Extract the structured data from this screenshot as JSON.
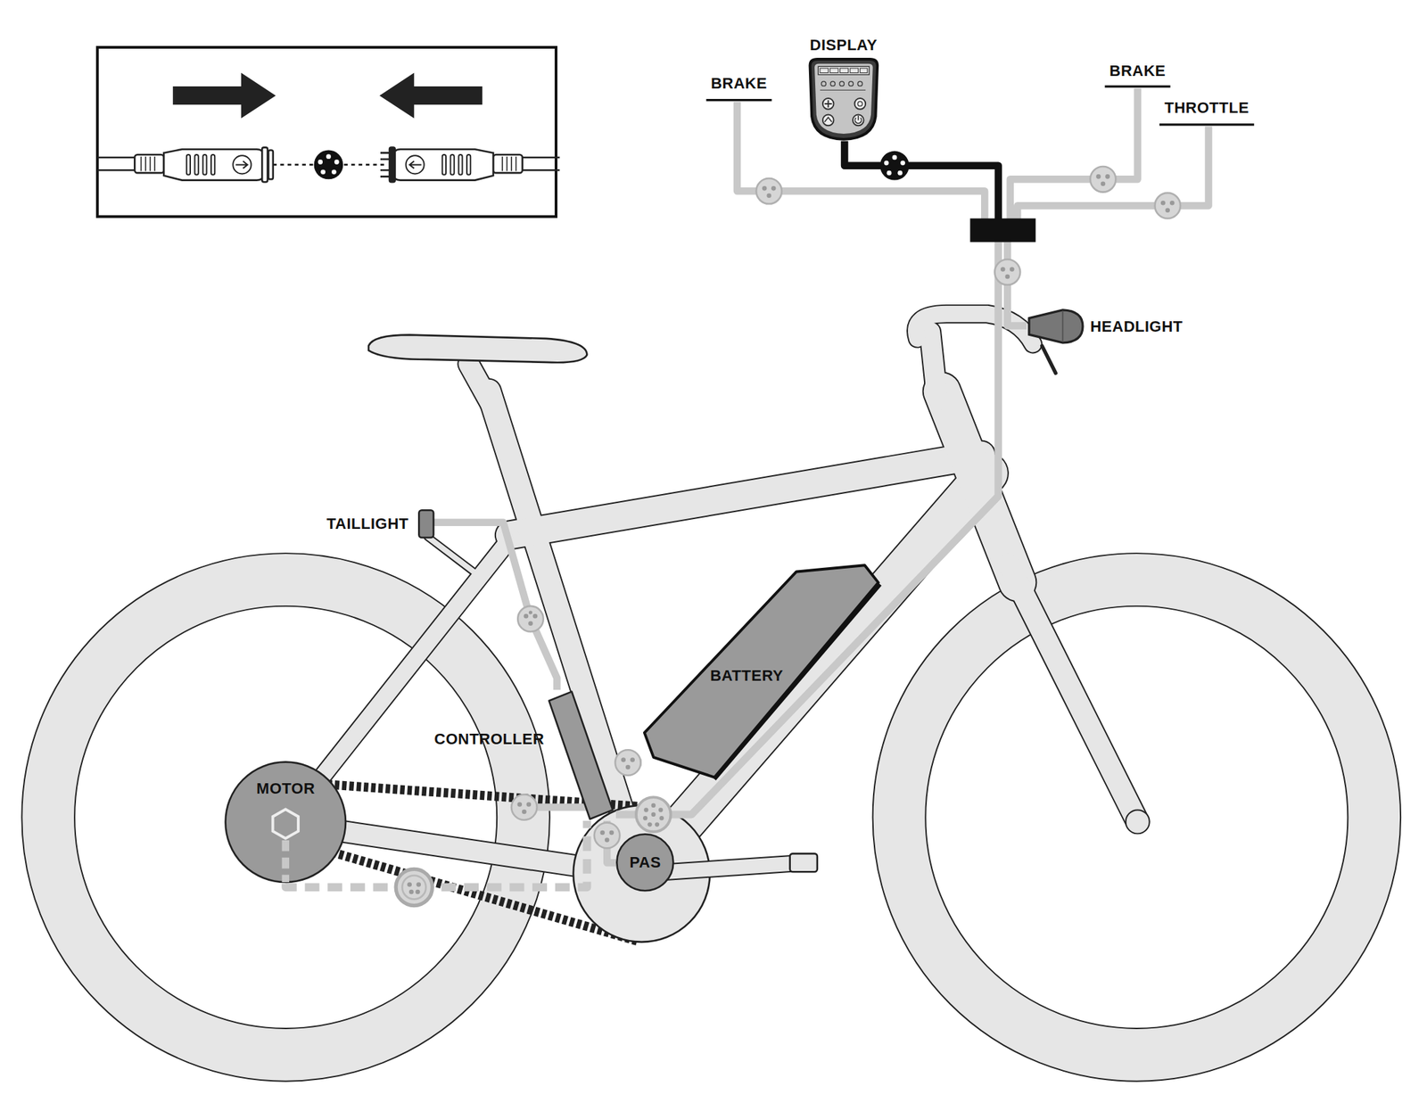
{
  "diagram": {
    "nodes": [
      {
        "text": [
          "DISPLAY"
        ]
      },
      {
        "text": [
          "HEADLIGHT"
        ]
      },
      {
        "text": [
          "TAILLIGHT"
        ]
      },
      {
        "text": [
          "BATTERY"
        ]
      },
      {
        "text": [
          "CONTROLLER"
        ]
      },
      {
        "text": [
          "MOTOR"
        ]
      },
      {
        "text": [
          "PAS"
        ]
      }
    ],
    "edges": [
      {
        "from": 0,
        "to": 4,
        "arrow": "none"
      },
      {
        "from": 1,
        "to": 4,
        "arrow": "none"
      },
      {
        "from": 2,
        "to": 4,
        "arrow": "none"
      },
      {
        "from": 3,
        "to": 4,
        "arrow": "none"
      },
      {
        "from": 5,
        "to": 4,
        "arrow": "none"
      },
      {
        "from": 6,
        "to": 4,
        "arrow": "none"
      }
    ],
    "labels": [
      "BRAKE",
      "BRAKE",
      "THROTTLE"
    ]
  }
}
